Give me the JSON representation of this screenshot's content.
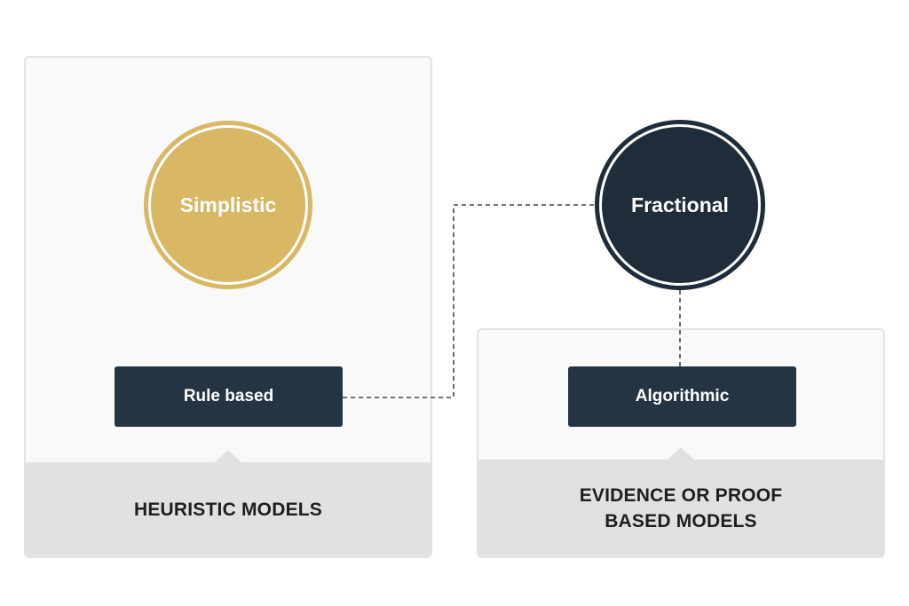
{
  "panels": {
    "heuristic": {
      "title": "HEURISTIC MODELS"
    },
    "evidence": {
      "title_line1": "EVIDENCE OR PROOF",
      "title_line2": "BASED MODELS"
    }
  },
  "nodes": {
    "simplistic": {
      "label": "Simplistic",
      "color": "#d8b765"
    },
    "fractional": {
      "label": "Fractional",
      "color": "#1f2c3a"
    },
    "rule_based": {
      "label": "Rule based",
      "color": "#253442"
    },
    "algorithmic": {
      "label": "Algorithmic",
      "color": "#253442"
    }
  },
  "connectors": {
    "style": "dashed",
    "color": "#3b4755"
  }
}
